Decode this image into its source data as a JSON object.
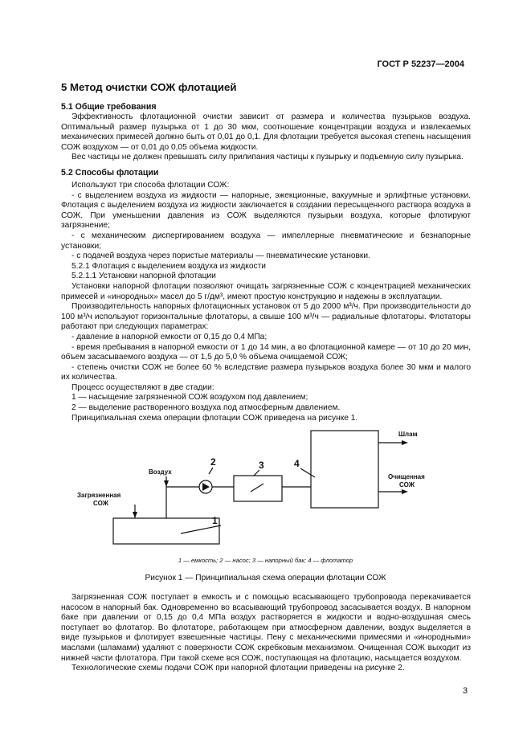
{
  "header": {
    "standard": "ГОСТ Р 52237—2004"
  },
  "section": {
    "title": "5  Метод очистки СОЖ флотацией",
    "s51": {
      "title": "5.1  Общие требования",
      "p1": "Эффективность флотационной очистки зависит от размера и количества пузырьков воздуха. Оптимальный размер пузырька от 1 до 30 мкм, соотношение концентрации воздуха и извлекаемых механических примесей должно быть от 0,01 до 0,1. Для флотации требуется высокая степень насыщения СОЖ воздухом — от 0,01 до 0,05 объема жидкости.",
      "p2": "Вес частицы не должен превышать силу прилипания частицы к пузырьку и подъемную силу пузырька."
    },
    "s52": {
      "title": "5.2  Способы флотации",
      "intro": "Используют три способа флотации СОЖ:",
      "b1": "- с выделением воздуха из жидкости — напорные, эжекционные, вакуумные и эрлифтные установки. Флотация с выделением воздуха из жидкости заключается в создании пересыщенного раствора воздуха в СОЖ. При уменьшении давления из СОЖ выделяются пузырьки воздуха, которые флотируют загрязнение;",
      "b2": "- с механическим диспергированием воздуха — импеллерные пневматические и безнапорные установки;",
      "b3": "- с подачей воздуха через пористые материалы — пневматические установки.",
      "s521": "5.2.1  Флотация с выделением воздуха из жидкости",
      "s5211": "5.2.1.1  Установки напорной флотации",
      "p3": "Установки напорной флотации позволяют очищать загрязненные СОЖ с концентрацией механических примесей и «инородных» масел до 5 г/дм³, имеют простую конструкцию и надежны в эксплуатации.",
      "p4": "Производительность напорных флотационных установок от 5 до 2000 м³/ч. При производительности до 100 м³/ч используют горизонтальные флотаторы, а свыше 100 м³/ч — радиальные флотаторы. Флотаторы работают при следующих параметрах:",
      "d1": "- давление в напорной емкости от 0,15 до 0,4 МПа;",
      "d2": "- время пребывания в напорной емкости от 1 до 14 мин, а во флотационной камере — от 10 до 20 мин, объем засасываемого воздуха — от 1,5 до 5,0 % объема очищаемой СОЖ;",
      "d3": "- степень очистки СОЖ не более 60 % вследствие размера пузырьков воздуха более 30 мкм и малого их количества.",
      "stages_intro": "Процесс осуществляют в две стадии:",
      "st1": "1 — насыщение загрязненной СОЖ воздухом под давлением;",
      "st2": "2 — выделение растворенного воздуха под атмосферным давлением.",
      "fig_ref": "Принципиальная схема операции флотации СОЖ приведена на рисунке 1."
    }
  },
  "figure": {
    "labels": {
      "air": "Воздух",
      "dirty_line1": "Загрязненная",
      "dirty_line2": "СОЖ",
      "sludge": "Шлам",
      "clean_line1": "Очищенная",
      "clean_line2": "СОЖ",
      "n1": "1",
      "n2": "2",
      "n3": "3",
      "n4": "4"
    },
    "legend": "1 — емкость; 2 — насос; 3 — напорный бак; 4 — флотатор",
    "caption": "Рисунок 1 — Принципиальная схема операции флотации СОЖ"
  },
  "after": {
    "p5": "Загрязненная СОЖ поступает в емкость и с помощью всасывающего трубопровода перекачивается насосом в напорный бак. Одновременно во всасывающий трубопровод засасывается воздух. В напорном баке при давлении от 0,15 до 0,4 МПа воздух растворяется в жидкости и водно-воздушная смесь поступает во флотатор. Во флотаторе, работающем при атмосферном давлении, воздух выделяется в виде пузырьков и флотирует взвешенные частицы. Пену с механическими примесями и «инородными» маслами (шламами) удаляют с поверхности СОЖ скребковым механизмом. Очищенная СОЖ выходит из нижней части флотатора. При такой схеме вся СОЖ, поступающая на флотацию, насыщается воздухом.",
    "p6": "Технологические схемы подачи СОЖ при напорной флотации приведены на рисунке 2."
  },
  "page": {
    "number": "3"
  }
}
